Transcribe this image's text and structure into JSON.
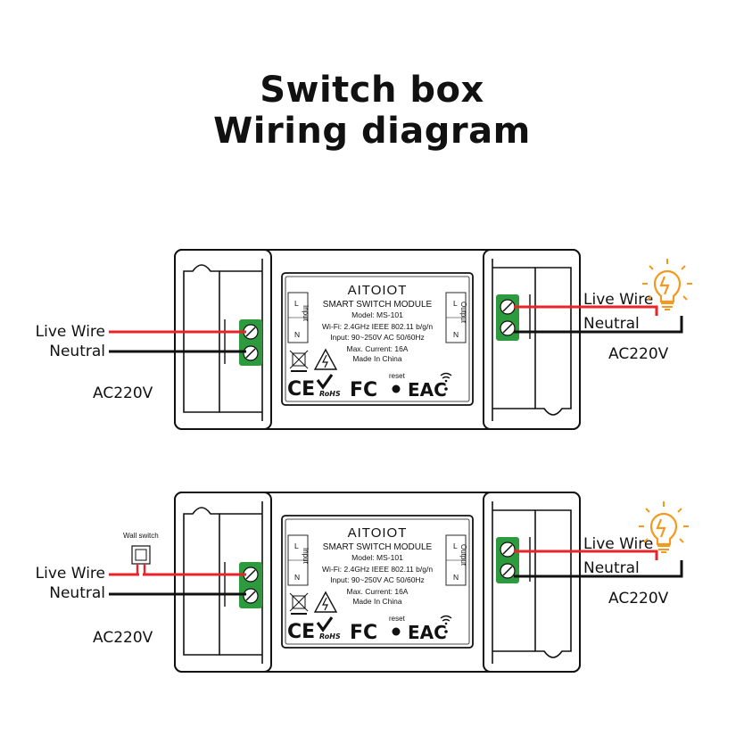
{
  "title": {
    "line1": "Switch box",
    "line2": "Wiring diagram"
  },
  "colors": {
    "live": "#e8232a",
    "neutral": "#111111",
    "terminal": "#2e9a3e",
    "bulb": "#f29a1f"
  },
  "labels": {
    "live_wire": "Live Wire",
    "neutral": "Neutral",
    "ac": "AC220V",
    "wall_switch": "Wall switch"
  },
  "module": {
    "brand": "AITOIOT",
    "name": "SMART SWITCH MODULE",
    "model": "Model: MS-101",
    "wifi": "Wi-Fi: 2.4GHz IEEE 802.11 b/g/n",
    "input": "Input: 90~250V AC 50/60Hz",
    "current": "Max. Current: 16A",
    "origin": "Made In China",
    "reset": "reset",
    "input_tag": "Input",
    "output_tag": "Output",
    "L": "L",
    "N": "N",
    "marks": [
      "CE",
      "RoHS",
      "FC",
      "EAC"
    ]
  },
  "icons": [
    "light-bulb-icon",
    "wifi-icon",
    "weee-bin-icon",
    "high-voltage-icon",
    "check-icon",
    "wall-switch-icon"
  ]
}
